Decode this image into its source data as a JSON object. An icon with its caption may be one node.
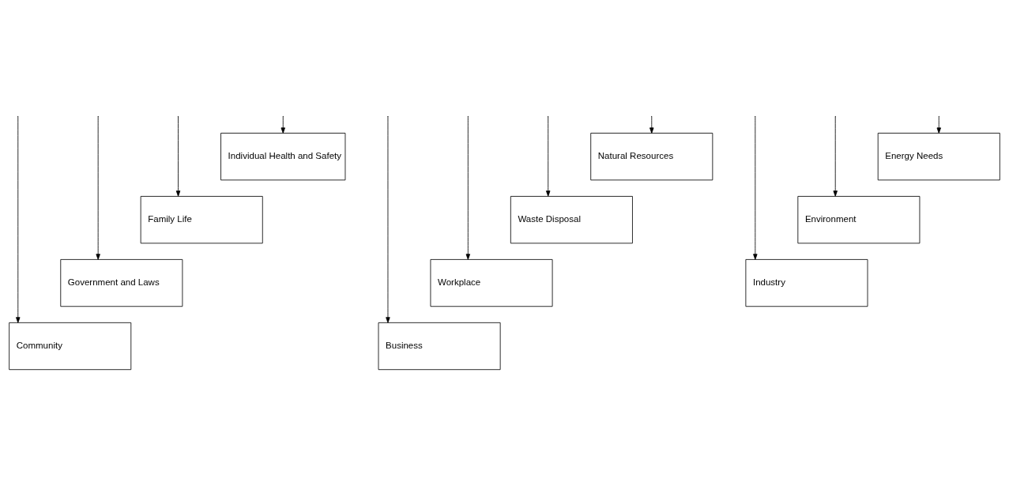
{
  "diagram": {
    "nodes": [
      {
        "text": [
          "Individual Health and Safety"
        ]
      },
      {
        "text": [
          "Family Life"
        ]
      },
      {
        "text": [
          "Government and Laws"
        ]
      },
      {
        "text": [
          "Community"
        ]
      },
      {
        "text": [
          "Natural Resources"
        ]
      },
      {
        "text": [
          "Waste Disposal"
        ]
      },
      {
        "text": [
          "Workplace"
        ]
      },
      {
        "text": [
          "Business"
        ]
      },
      {
        "text": [
          "Energy Needs"
        ]
      },
      {
        "text": [
          "Environment"
        ]
      },
      {
        "text": [
          "Industry"
        ]
      }
    ],
    "edges": [
      {
        "from": null,
        "to": 0,
        "arrow": "to"
      },
      {
        "from": null,
        "to": 1,
        "arrow": "to"
      },
      {
        "from": null,
        "to": 2,
        "arrow": "to"
      },
      {
        "from": null,
        "to": 3,
        "arrow": "to"
      },
      {
        "from": null,
        "to": 4,
        "arrow": "to"
      },
      {
        "from": null,
        "to": 5,
        "arrow": "to"
      },
      {
        "from": null,
        "to": 6,
        "arrow": "to"
      },
      {
        "from": null,
        "to": 7,
        "arrow": "to"
      },
      {
        "from": null,
        "to": 8,
        "arrow": "to"
      },
      {
        "from": null,
        "to": 9,
        "arrow": "to"
      },
      {
        "from": null,
        "to": 10,
        "arrow": "to"
      }
    ]
  }
}
